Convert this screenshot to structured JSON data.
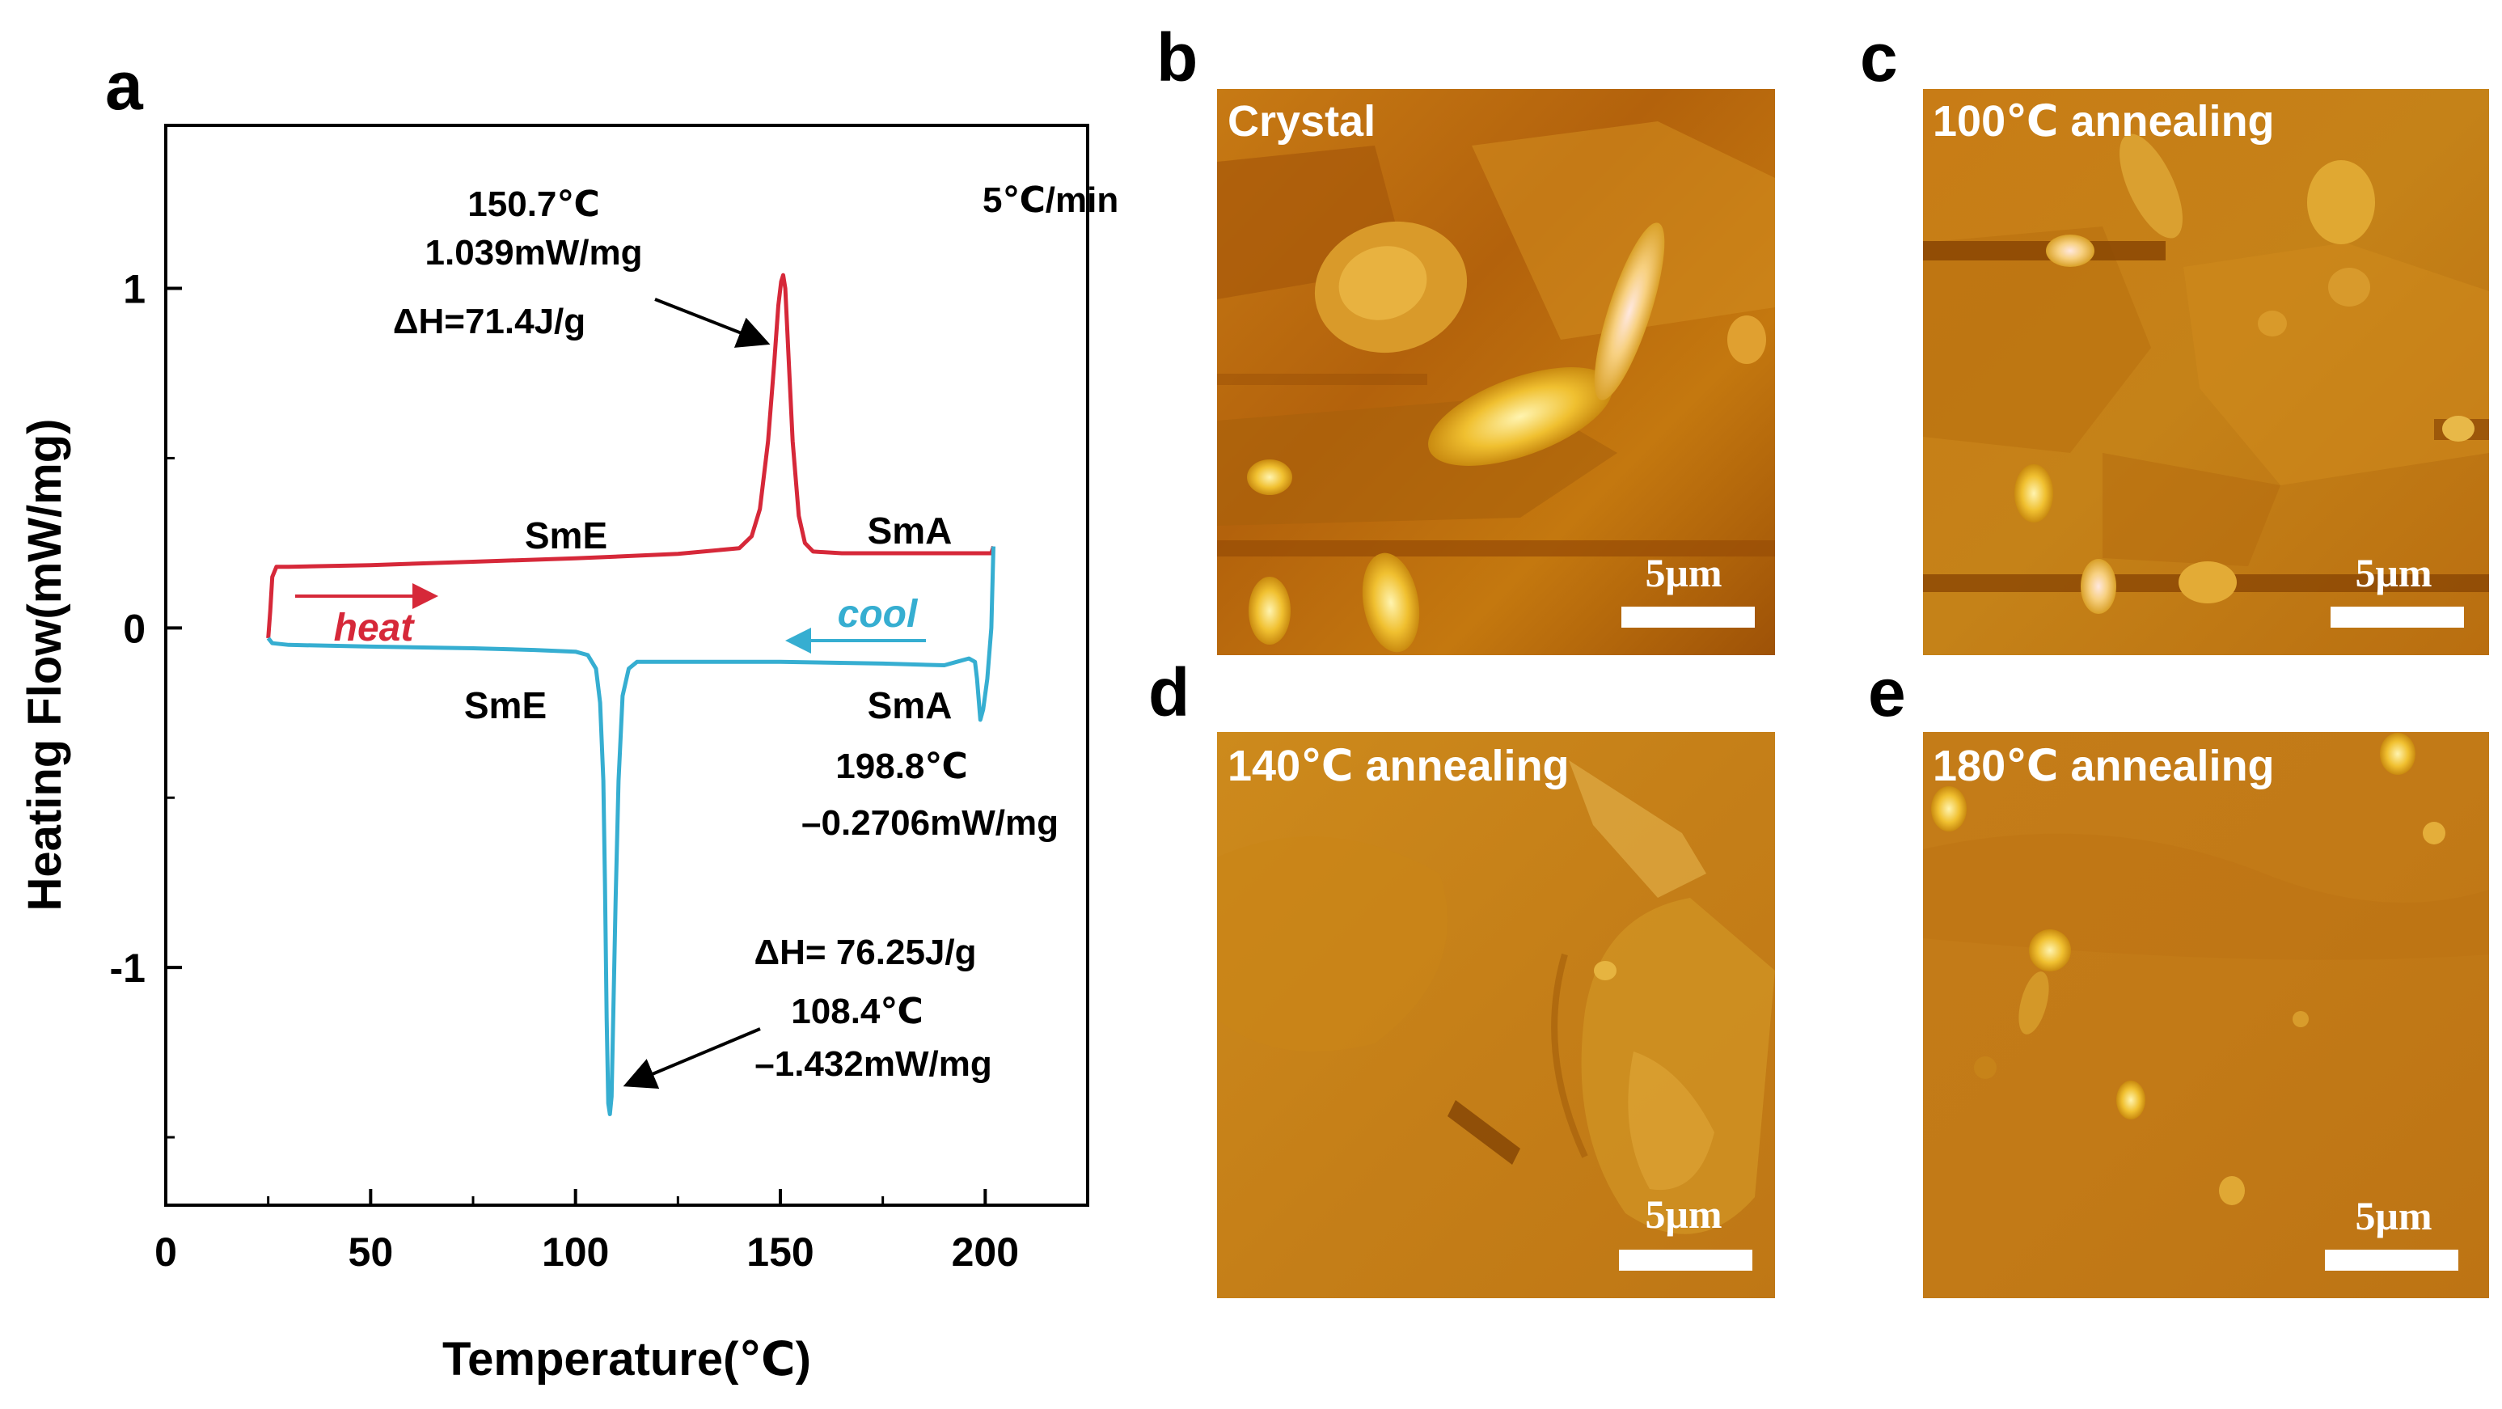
{
  "panels": {
    "a": "a",
    "b": "b",
    "c": "c",
    "d": "d",
    "e": "e"
  },
  "chart_data": {
    "type": "line",
    "xlabel": "Temperature(℃)",
    "ylabel": "Heating Flow(mW/mg)",
    "xlim": [
      0,
      225
    ],
    "ylim": [
      -1.7,
      1.48
    ],
    "xticks": [
      0,
      50,
      100,
      150,
      200
    ],
    "yticks": [
      -1,
      0,
      1
    ],
    "rate_label": "5℃/min",
    "series": [
      {
        "name": "heat",
        "color": "#d62839",
        "x": [
          25,
          25.5,
          26,
          27,
          30,
          50,
          75,
          100,
          125,
          140,
          143,
          145,
          147,
          148.5,
          149.5,
          150.2,
          150.7,
          151.2,
          152,
          153,
          154.5,
          156,
          158,
          165,
          180,
          195,
          200,
          201,
          201.5,
          202
        ],
        "y": [
          -0.03,
          0.05,
          0.15,
          0.18,
          0.18,
          0.185,
          0.195,
          0.205,
          0.218,
          0.235,
          0.27,
          0.35,
          0.55,
          0.78,
          0.95,
          1.02,
          1.039,
          1.0,
          0.8,
          0.55,
          0.33,
          0.25,
          0.225,
          0.22,
          0.22,
          0.22,
          0.22,
          0.22,
          0.22,
          0.24
        ]
      },
      {
        "name": "cool",
        "color": "#36aed1",
        "x": [
          202,
          201.5,
          200.5,
          199.5,
          198.8,
          198,
          197.5,
          196,
          193,
          190,
          175,
          150,
          125,
          115,
          113,
          111.5,
          110.5,
          109.8,
          109.2,
          108.8,
          108.4,
          108,
          107.6,
          107.2,
          106.8,
          106,
          105,
          103,
          100,
          90,
          75,
          50,
          30,
          26,
          25
        ],
        "y": [
          0.24,
          0.0,
          -0.15,
          -0.24,
          -0.2706,
          -0.15,
          -0.1,
          -0.09,
          -0.1,
          -0.11,
          -0.105,
          -0.1,
          -0.1,
          -0.1,
          -0.12,
          -0.2,
          -0.45,
          -0.8,
          -1.15,
          -1.38,
          -1.432,
          -1.4,
          -1.15,
          -0.75,
          -0.45,
          -0.22,
          -0.12,
          -0.08,
          -0.07,
          -0.065,
          -0.06,
          -0.055,
          -0.05,
          -0.045,
          -0.03
        ]
      }
    ],
    "annotations": {
      "heat_peak_temp": "150.7℃",
      "heat_peak_flow": "1.039mW/mg",
      "heat_peak_dh": "ΔH=71.4J/g",
      "cool_sma_temp": "198.8℃",
      "cool_sma_flow": "–0.2706mW/mg",
      "cool_peak_dh": "ΔH= 76.25J/g",
      "cool_peak_temp": "108.4℃",
      "cool_peak_flow": "–1.432mW/mg",
      "heat_sme": "SmE",
      "heat_sma": "SmA",
      "cool_sme": "SmE",
      "cool_sma": "SmA",
      "heat_label": "heat",
      "cool_label": "cool"
    }
  },
  "images": [
    {
      "id": "b",
      "caption": "Crystal",
      "scale": "5μm"
    },
    {
      "id": "c",
      "caption": "100℃ annealing",
      "scale": "5μm"
    },
    {
      "id": "d",
      "caption": "140℃ annealing",
      "scale": "5μm"
    },
    {
      "id": "e",
      "caption": "180℃ annealing",
      "scale": "5μm"
    }
  ]
}
